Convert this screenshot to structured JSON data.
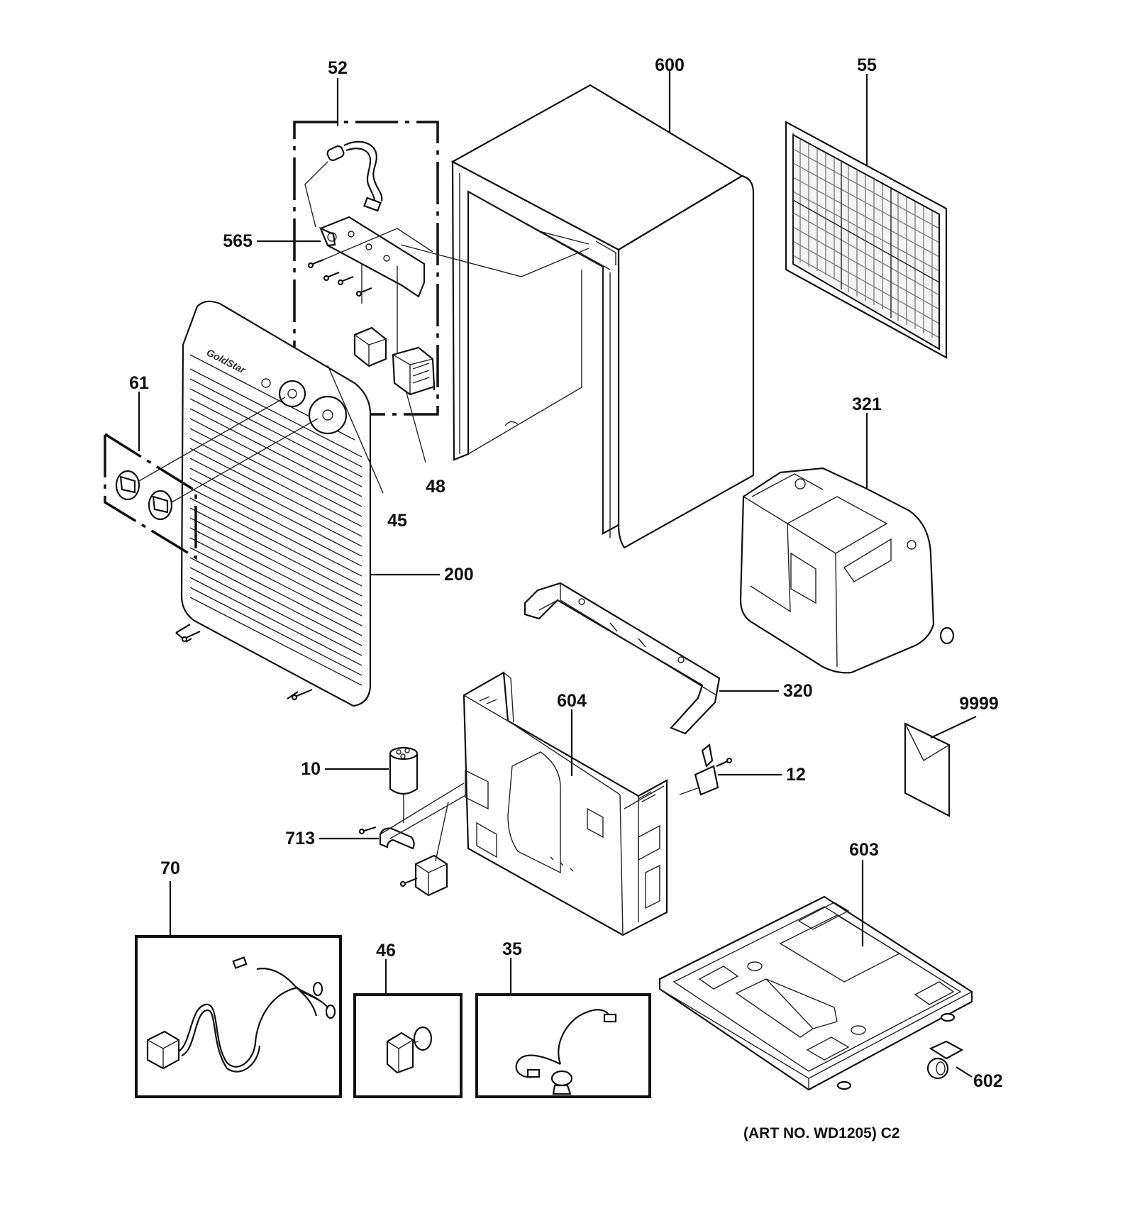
{
  "diagram": {
    "art_note": "(ART NO. WD1205) C2",
    "brand_mark": "GoldStar",
    "callouts": [
      {
        "id": "52",
        "text": "52"
      },
      {
        "id": "600",
        "text": "600"
      },
      {
        "id": "55",
        "text": "55"
      },
      {
        "id": "565",
        "text": "565"
      },
      {
        "id": "61",
        "text": "61"
      },
      {
        "id": "321",
        "text": "321"
      },
      {
        "id": "48",
        "text": "48"
      },
      {
        "id": "45",
        "text": "45"
      },
      {
        "id": "200",
        "text": "200"
      },
      {
        "id": "320",
        "text": "320"
      },
      {
        "id": "604",
        "text": "604"
      },
      {
        "id": "9999",
        "text": "9999"
      },
      {
        "id": "10",
        "text": "10"
      },
      {
        "id": "12",
        "text": "12"
      },
      {
        "id": "713",
        "text": "713"
      },
      {
        "id": "70",
        "text": "70"
      },
      {
        "id": "603",
        "text": "603"
      },
      {
        "id": "46",
        "text": "46"
      },
      {
        "id": "35",
        "text": "35"
      },
      {
        "id": "602",
        "text": "602"
      }
    ]
  }
}
